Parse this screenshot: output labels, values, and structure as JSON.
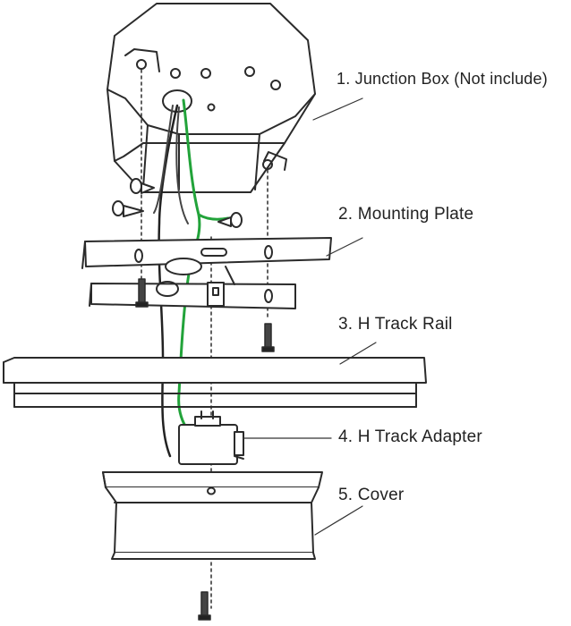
{
  "parts": [
    {
      "label": "1. Junction Box (Not include)"
    },
    {
      "label": "2. Mounting Plate"
    },
    {
      "label": "3. H Track Rail"
    },
    {
      "label": "4. H Track Adapter"
    },
    {
      "label": "5. Cover"
    }
  ],
  "colors": {
    "line": "#2b2b2b",
    "ground_wire": "#22a33a",
    "fill": "#ffffff"
  }
}
